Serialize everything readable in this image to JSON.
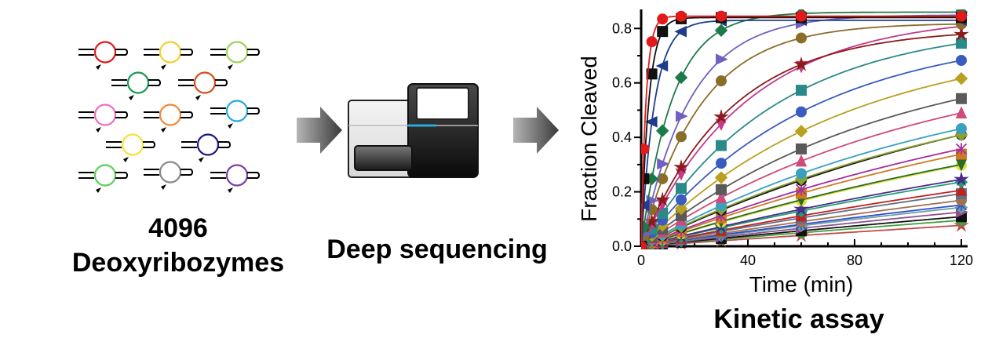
{
  "library": {
    "count": "4096",
    "name": "Deoxyribozymes",
    "loop_colors": [
      "#e21a1a",
      "#f2d22e",
      "#9fd35a",
      "#1c9a52",
      "#d2501e",
      "#ef6ec0",
      "#f08b3a",
      "#25a9e0",
      "#f2e33a",
      "#1a1a8c",
      "#5ccf5a",
      "#8a8a8a",
      "#7b3fa0"
    ]
  },
  "sequencing": {
    "label": "Deep sequencing"
  },
  "kinetics": {
    "label": "Kinetic assay"
  },
  "chart_data": {
    "type": "line",
    "xlabel": "Time (min)",
    "ylabel": "Fraction Cleaved",
    "xlim": [
      0,
      120
    ],
    "ylim": [
      0,
      0.87
    ],
    "xticks": [
      "0",
      "40",
      "80",
      "120"
    ],
    "yticks": [
      "0.0",
      "0.2",
      "0.4",
      "0.6",
      "0.8"
    ],
    "sample_times": [
      0,
      1,
      4,
      8,
      15,
      30,
      60,
      120
    ],
    "series": [
      {
        "color": "#e21a1a",
        "marker": "circle",
        "plateau": 0.845,
        "k": 0.55
      },
      {
        "color": "#111111",
        "marker": "square",
        "plateau": 0.84,
        "k": 0.35
      },
      {
        "color": "#1f3b8c",
        "marker": "triangle-left",
        "plateau": 0.83,
        "k": 0.2
      },
      {
        "color": "#1c7a4a",
        "marker": "diamond",
        "plateau": 0.86,
        "k": 0.085
      },
      {
        "color": "#7060c0",
        "marker": "triangle-right",
        "plateau": 0.85,
        "k": 0.055
      },
      {
        "color": "#8b6d2a",
        "marker": "circle",
        "plateau": 0.82,
        "k": 0.045
      },
      {
        "color": "#8b1a1a",
        "marker": "star",
        "plateau": 0.8,
        "k": 0.03
      },
      {
        "color": "#c23a8a",
        "marker": "triangle-down",
        "plateau": 0.85,
        "k": 0.025
      },
      {
        "color": "#2a8a8a",
        "marker": "square",
        "plateau": 0.82,
        "k": 0.02
      },
      {
        "color": "#3a5bbf",
        "marker": "circle",
        "plateau": 0.8,
        "k": 0.016
      },
      {
        "color": "#b8a020",
        "marker": "diamond",
        "plateau": 0.78,
        "k": 0.013
      },
      {
        "color": "#5a5a5a",
        "marker": "square",
        "plateau": 0.74,
        "k": 0.011
      },
      {
        "color": "#d04a7a",
        "marker": "triangle-up",
        "plateau": 0.72,
        "k": 0.0095
      },
      {
        "color": "#3aa0c0",
        "marker": "circle",
        "plateau": 0.7,
        "k": 0.008
      },
      {
        "color": "#8aa030",
        "marker": "diamond",
        "plateau": 0.72,
        "k": 0.007
      },
      {
        "color": "#111111",
        "marker": "circle",
        "plateau": 0.78,
        "k": 0.0062
      },
      {
        "color": "#a030a0",
        "marker": "cross",
        "plateau": 0.74,
        "k": 0.0055
      },
      {
        "color": "#d07a20",
        "marker": "square",
        "plateau": 0.75,
        "k": 0.005
      },
      {
        "color": "#2a6a2a",
        "marker": "triangle-down",
        "plateau": 0.72,
        "k": 0.0045
      },
      {
        "color": "#e0e040",
        "marker": "circle",
        "plateau": 0.78,
        "k": 0.004
      },
      {
        "color": "#4a2a8a",
        "marker": "star",
        "plateau": 0.7,
        "k": 0.0036
      },
      {
        "color": "#20a070",
        "marker": "diamond",
        "plateau": 0.74,
        "k": 0.0032
      },
      {
        "color": "#c02020",
        "marker": "triangle-up",
        "plateau": 0.7,
        "k": 0.0029
      },
      {
        "color": "#607080",
        "marker": "square",
        "plateau": 0.72,
        "k": 0.0026
      },
      {
        "color": "#a07050",
        "marker": "circle",
        "plateau": 0.7,
        "k": 0.0023
      },
      {
        "color": "#3050d0",
        "marker": "cross",
        "plateau": 0.68,
        "k": 0.0021
      },
      {
        "color": "#70a0a0",
        "marker": "diamond",
        "plateau": 0.7,
        "k": 0.0019
      },
      {
        "color": "#905090",
        "marker": "triangle-right",
        "plateau": 0.68,
        "k": 0.0017
      },
      {
        "color": "#111111",
        "marker": "square",
        "plateau": 0.66,
        "k": 0.0015
      },
      {
        "color": "#40a040",
        "marker": "circle",
        "plateau": 0.66,
        "k": 0.0013
      },
      {
        "color": "#c04a4a",
        "marker": "star",
        "plateau": 0.62,
        "k": 0.0011
      }
    ]
  }
}
